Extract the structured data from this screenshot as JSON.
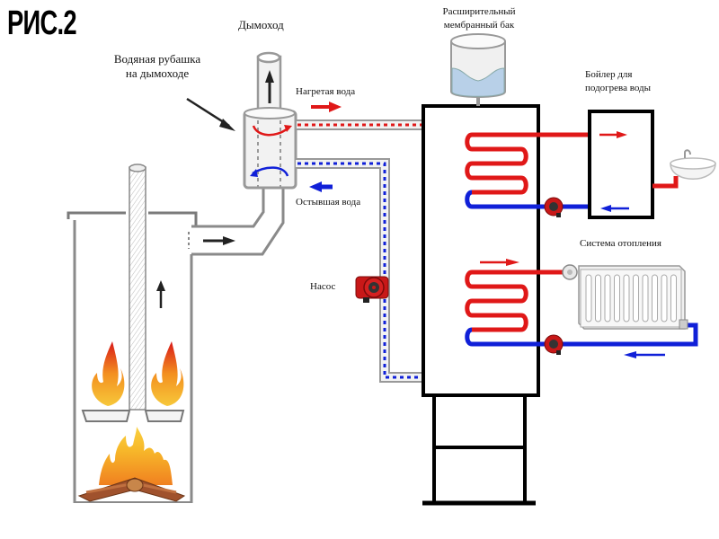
{
  "figure": {
    "title": "РИС.2"
  },
  "labels": {
    "chimney": "Дымоход",
    "water_jacket_line1": "Водяная рубашка",
    "water_jacket_line2": "на дымоходе",
    "heated_water": "Нагретая вода",
    "cooled_water": "Остывшая вода",
    "pump": "Насос",
    "expansion_tank_line1": "Расширительный",
    "expansion_tank_line2": "мембранный бак",
    "boiler_line1": "Бойлер для",
    "boiler_line2": "подогрева воды",
    "heating_system": "Система отопления"
  },
  "colors": {
    "hot": "#e01818",
    "cold": "#1020d8",
    "outline": "#000000",
    "pipe_gray": "#8a8a8a",
    "pump_red": "#c81818",
    "flame_yellow": "#f5b820",
    "wood_brown": "#a0522d"
  },
  "components": [
    {
      "name": "stove",
      "icon": "stove-icon"
    },
    {
      "name": "chimney-water-jacket",
      "icon": "water-jacket-icon"
    },
    {
      "name": "storage-tank",
      "icon": "tank-icon"
    },
    {
      "name": "expansion-tank",
      "icon": "expansion-tank-icon"
    },
    {
      "name": "dhw-boiler",
      "icon": "boiler-icon"
    },
    {
      "name": "radiator",
      "icon": "radiator-icon"
    },
    {
      "name": "sink",
      "icon": "sink-icon"
    },
    {
      "name": "circulation-pump",
      "icon": "pump-icon"
    }
  ]
}
